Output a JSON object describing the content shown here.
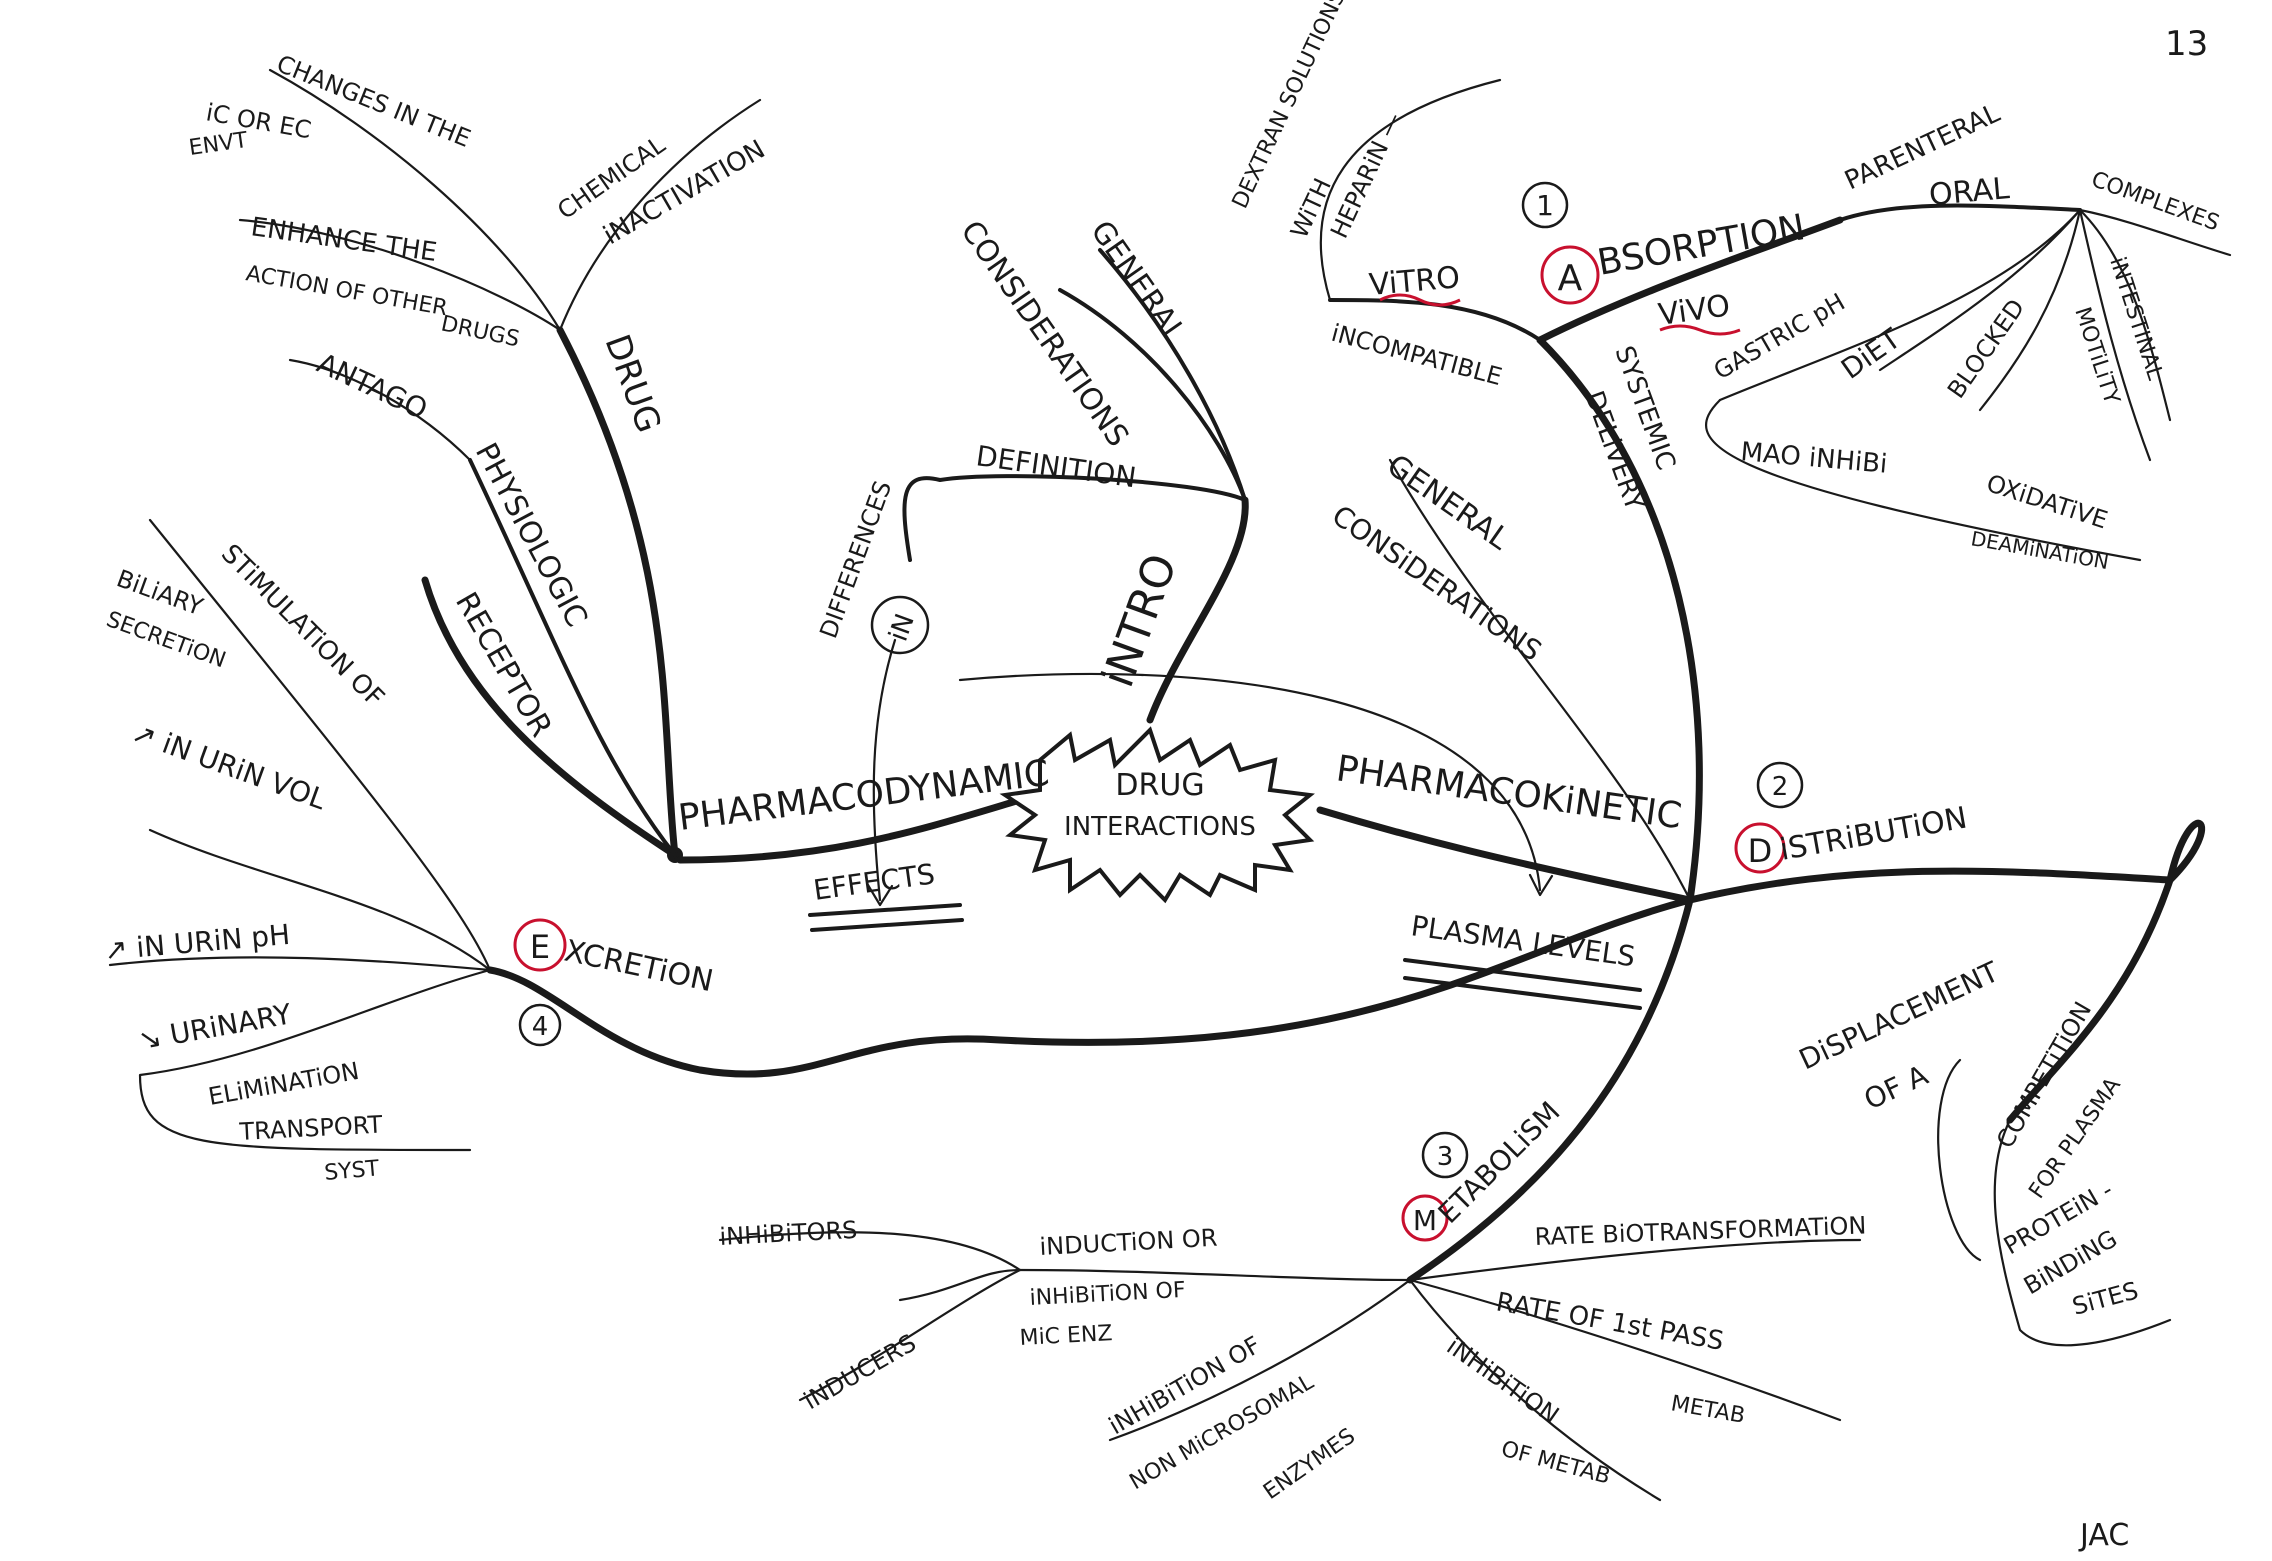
{
  "page_number": "13",
  "signature": "JAC",
  "center": {
    "line1": "DRUG",
    "line2": "INTERACTIONS"
  },
  "intro": {
    "label": "iNTRO",
    "general": "GENERAL",
    "considerations": "CONSIDERATIONS",
    "definition": "DEFINITION",
    "differences": "DIFFERENCES",
    "in": "iN"
  },
  "pharmacodynamic": {
    "label": "PHARMACODYNAMIC",
    "effects": "EFFECTS",
    "drug": "DRUG",
    "changes_1": "CHANGES IN THE",
    "changes_2": "iC OR EC",
    "changes_3": "ENVT",
    "chemical": "CHEMICAL",
    "inactivation": "iNACTIVATION",
    "enhance_1": "ENHANCE THE",
    "enhance_2": "ACTION OF OTHER",
    "enhance_3": "DRUGS",
    "antago": "ANTAGO",
    "physiologic": "PHYSIOLOGIC",
    "receptor": "RECEPTOR"
  },
  "pharmacokinetic": {
    "label": "PHARMACOKiNETIC",
    "plasma_levels": "PLASMA LEVELS"
  },
  "absorption": {
    "number": "1",
    "letter": "A",
    "label": "BSORPTION",
    "vitro": "ViTRO",
    "vivo": "ViVO",
    "incompatible": "iNCOMPATIBLE",
    "dextran": "DEXTRAN SOLUTIONS",
    "with_heparin_1": "WiTH",
    "with_heparin_2": "HEPARiN —",
    "parenteral": "PARENTERAL",
    "oral": "ORAL",
    "complexes": "COMPLEXES",
    "gastric": "GASTRIC pH",
    "diet": "DiET",
    "blocked": "BLOCKED",
    "intestinal": "iNTESTINAL",
    "motility": "MOTiLiTY",
    "mao": "MAO iNHiBi",
    "oxidative": "OXiDATiVE",
    "deamination": "DEAMiNATiON",
    "systemic": "SYSTEMIC",
    "delivery": "DELiVERY",
    "general": "GENERAL",
    "considerations": "CONSiDERATiONS"
  },
  "distribution": {
    "number": "2",
    "letter": "D",
    "label": "iSTRiBUTiON",
    "displacement": "DiSPLACEMENT",
    "of_a": "OF A",
    "competition": "COMPETiTiON",
    "for_plasma": "FOR PLASMA",
    "protein": "PROTEiN -",
    "binding": "BiNDiNG",
    "sites": "SiTES"
  },
  "metabolism": {
    "number": "3",
    "letter": "M",
    "label": "ETABOLiSM",
    "rate_bio": "RATE BiOTRANSFORMATiON",
    "rate_first_pass": "RATE OF 1st PASS",
    "metab": "METAB",
    "inhibition_of_metab_1": "iNHiBiTiON",
    "inhibition_of_metab_2": "OF METAB",
    "induction_1": "iNDUCTiON OR",
    "induction_2": "iNHiBiTiON OF",
    "induction_3": "MiC ENZ",
    "inhibitors": "iNHiBiTORS",
    "inducers": "iNDUCERS",
    "inhibition_of": "iNHiBiTiON OF",
    "non_microsomal": "NON MiCROSOMAL",
    "enzymes": "ENZYMES"
  },
  "excretion": {
    "number": "4",
    "letter": "E",
    "label": "XCRETiON",
    "biliary_1": "BiLiARY",
    "biliary_2": "SECRETiON",
    "stimulation": "STiMULATiON OF",
    "urin_vol": "↗ iN URiN VOL",
    "urin_ph": "↗ iN URiN pH",
    "urinary": "↘ URiNARY",
    "elimination": "ELiMiNATiON",
    "transport": "TRANSPORT",
    "syst": "SYST"
  }
}
